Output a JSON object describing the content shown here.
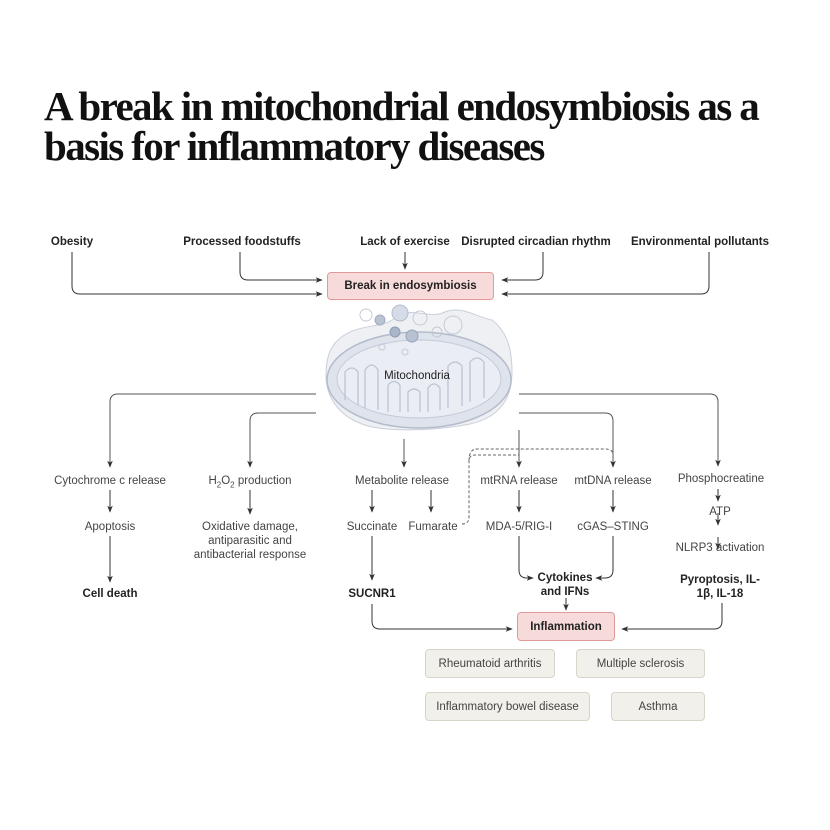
{
  "title": "A break in mitochondrial endosymbiosis as a basis for inflammatory diseases",
  "colors": {
    "pink_fill": "#f7dada",
    "pink_border": "#e19a9a",
    "beige_fill": "#f2f0ea",
    "beige_border": "#d8d4c8",
    "arrow": "#444444",
    "mitochondria_fill": "#dfe3ec"
  },
  "causes": [
    {
      "label": "Obesity"
    },
    {
      "label": "Processed foodstuffs"
    },
    {
      "label": "Lack of exercise"
    },
    {
      "label": "Disrupted circadian rhythm"
    },
    {
      "label": "Environmental pollutants"
    }
  ],
  "central": {
    "break_label": "Break in endosymbiosis",
    "mitochondria_label": "Mitochondria"
  },
  "pathways": {
    "cytochrome": {
      "step1": "Cytochrome c release",
      "step2": "Apoptosis",
      "outcome": "Cell death"
    },
    "h2o2": {
      "step1_main": "H",
      "sub1": "2",
      "mid": "O",
      "sub2": "2",
      "step1_rest": " production",
      "outcome": "Oxidative damage, antiparasitic and antibacterial response"
    },
    "metabolite": {
      "step1": "Metabolite release",
      "succinate": "Succinate",
      "fumarate": "Fumarate",
      "outcome": "SUCNR1"
    },
    "mtrna": {
      "step1": "mtRNA release",
      "step2": "MDA-5/RIG-I"
    },
    "mtdna": {
      "step1": "mtDNA release",
      "step2": "cGAS–STING"
    },
    "cytokines": "Cytokines and IFNs",
    "phospho": {
      "step1": "Phosphocreatine",
      "step2": "ATP",
      "step3": "NLRP3 activation",
      "outcome": "Pyroptosis, IL-1β, IL-18"
    }
  },
  "inflammation": "Inflammation",
  "diseases": [
    {
      "label": "Rheumatoid arthritis"
    },
    {
      "label": "Multiple sclerosis"
    },
    {
      "label": "Inflammatory bowel disease"
    },
    {
      "label": "Asthma"
    }
  ]
}
